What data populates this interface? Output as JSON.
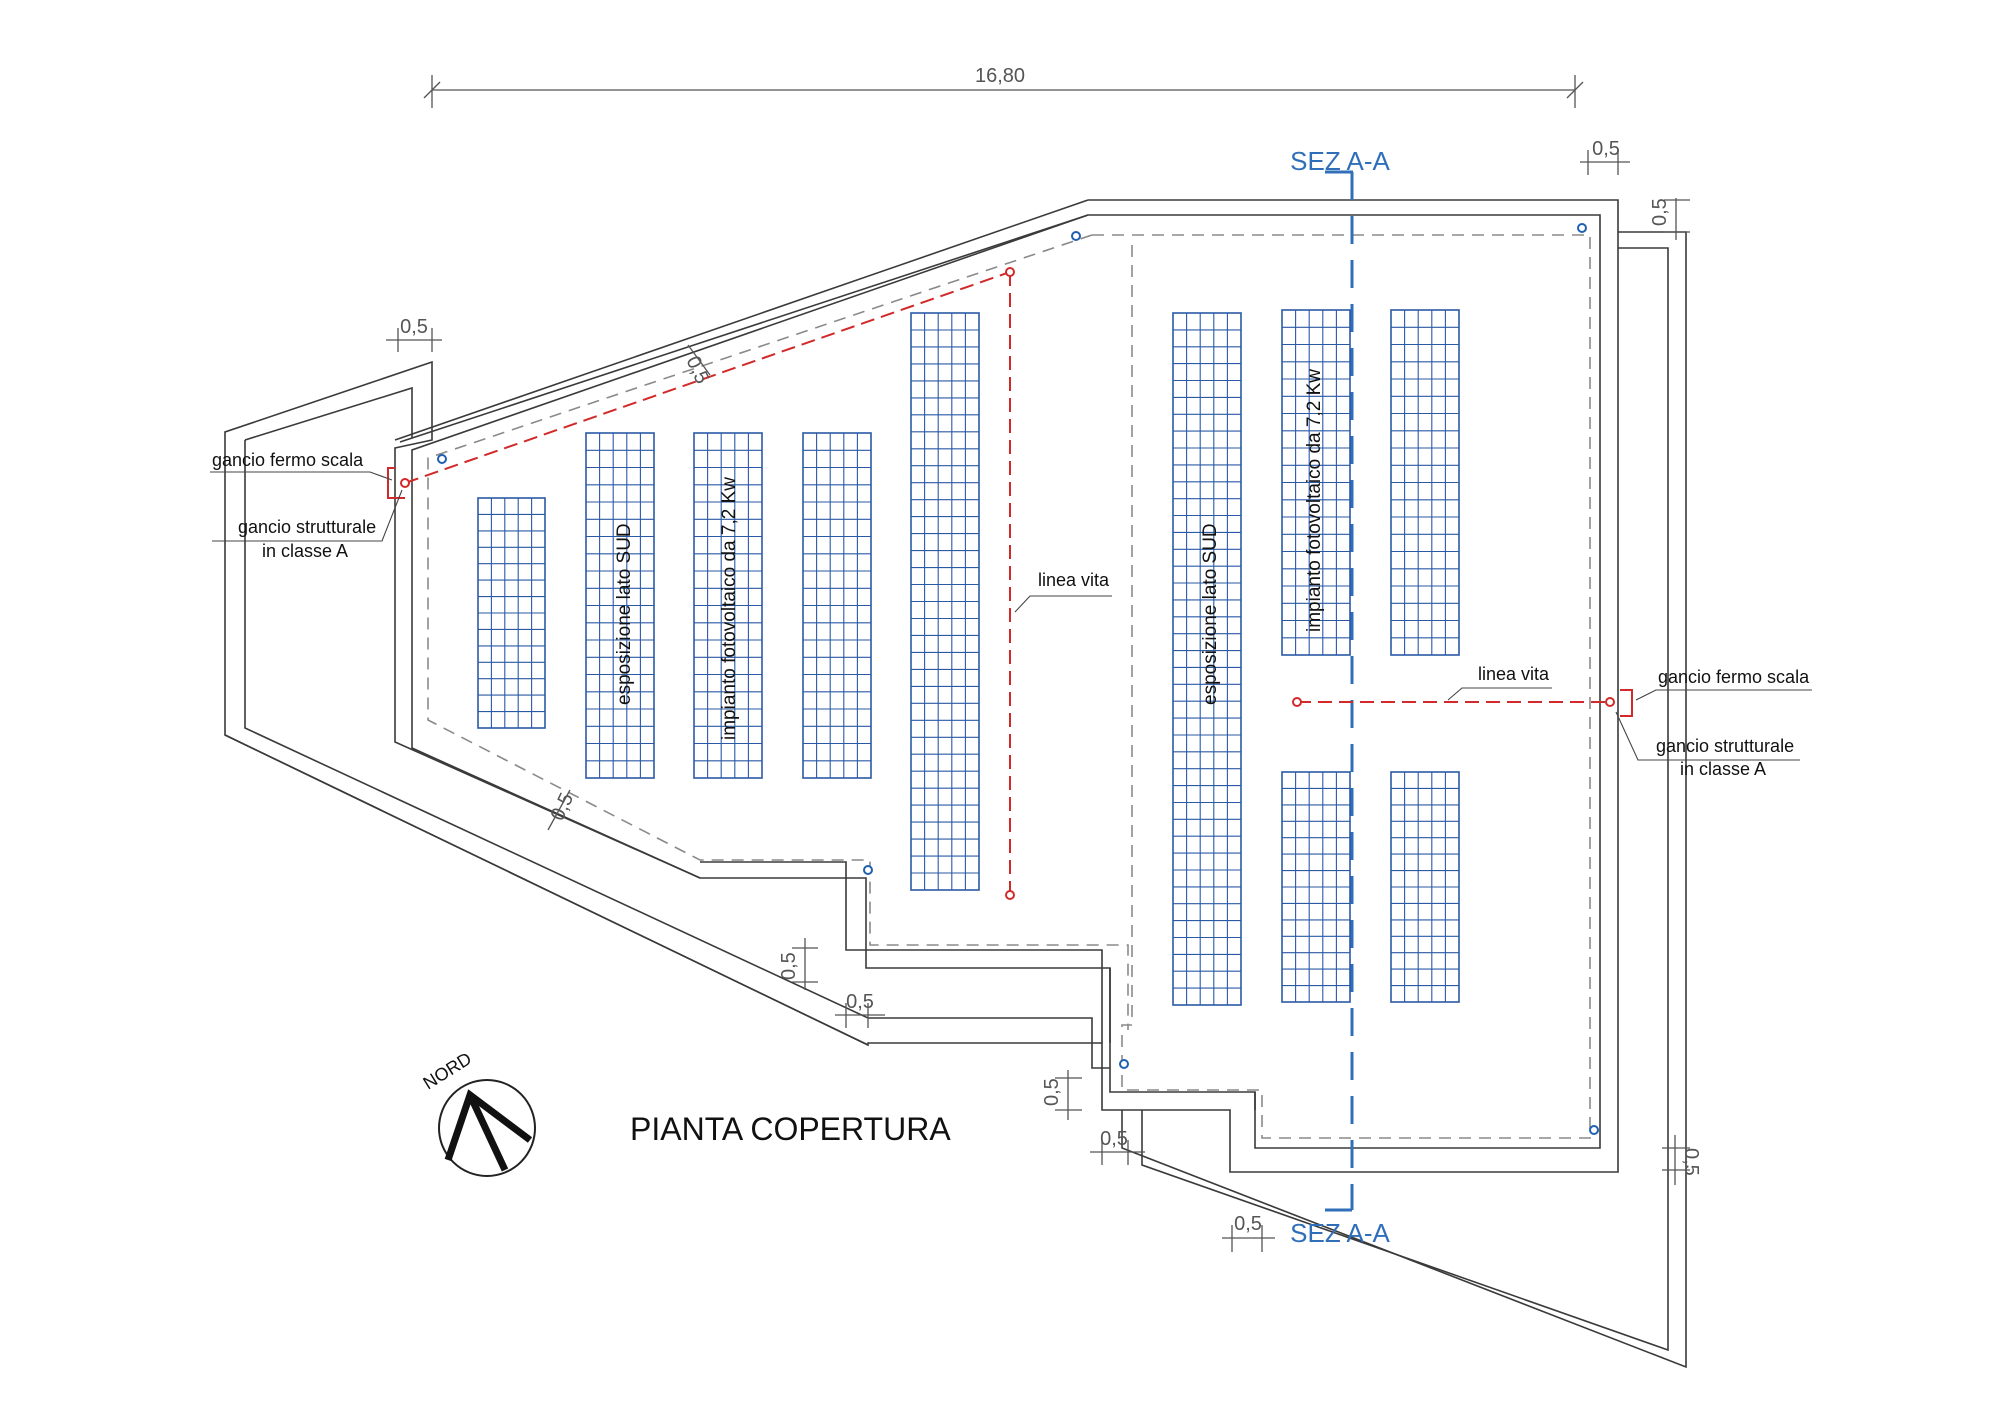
{
  "drawing": {
    "title": "PIANTA COPERTURA",
    "overall_dimension": "16,80",
    "spacing_dimension": "0,5",
    "section_label": "SEZ A-A",
    "north_label": "NORD",
    "labels": {
      "ladder_hook": "gancio fermo scala",
      "structural_hook_line1": "gancio strutturale",
      "structural_hook_line2": "in classe  A",
      "lifeline": "linea vita",
      "exposure": "esposizione  lato SUD",
      "pv_system": "impianto fotovoltaico da  7,2 Kw"
    },
    "colors": {
      "panel_blue": "#2a5aa6",
      "lifeline_red": "#d22a2a",
      "section_blue": "#2f6fba"
    }
  }
}
